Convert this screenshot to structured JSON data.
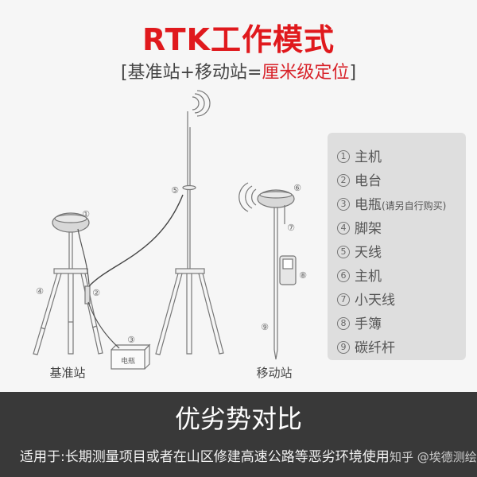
{
  "header": {
    "title": "RTK工作模式",
    "subtitle_open": "[",
    "subtitle_prefix": "基准站+移动站=",
    "subtitle_highlight": "厘米级定位",
    "subtitle_close": "]"
  },
  "diagram": {
    "base_station_label": "基准站",
    "rover_label": "移动站",
    "battery_label": "电瓶",
    "callouts": [
      "①",
      "②",
      "③",
      "④",
      "⑤",
      "⑥",
      "⑦",
      "⑧",
      "⑨"
    ]
  },
  "legend": {
    "items": [
      {
        "num": "1",
        "label": "主机",
        "note": ""
      },
      {
        "num": "2",
        "label": "电台",
        "note": ""
      },
      {
        "num": "3",
        "label": "电瓶",
        "note": "(请另自行购买)"
      },
      {
        "num": "4",
        "label": "脚架",
        "note": ""
      },
      {
        "num": "5",
        "label": "天线",
        "note": ""
      },
      {
        "num": "6",
        "label": "主机",
        "note": ""
      },
      {
        "num": "7",
        "label": "小天线",
        "note": ""
      },
      {
        "num": "8",
        "label": "手簿",
        "note": ""
      },
      {
        "num": "9",
        "label": "碳纤杆",
        "note": ""
      }
    ]
  },
  "footer": {
    "title": "优劣势对比",
    "description": "适用于:长期测量项目或者在山区修建高速公路等恶劣环境使用",
    "watermark": "知乎 @埃德测绘"
  },
  "colors": {
    "title_red": "#e0191d",
    "background": "#f6f6f6",
    "legend_bg": "#dedede",
    "footer_bg": "#393939"
  }
}
